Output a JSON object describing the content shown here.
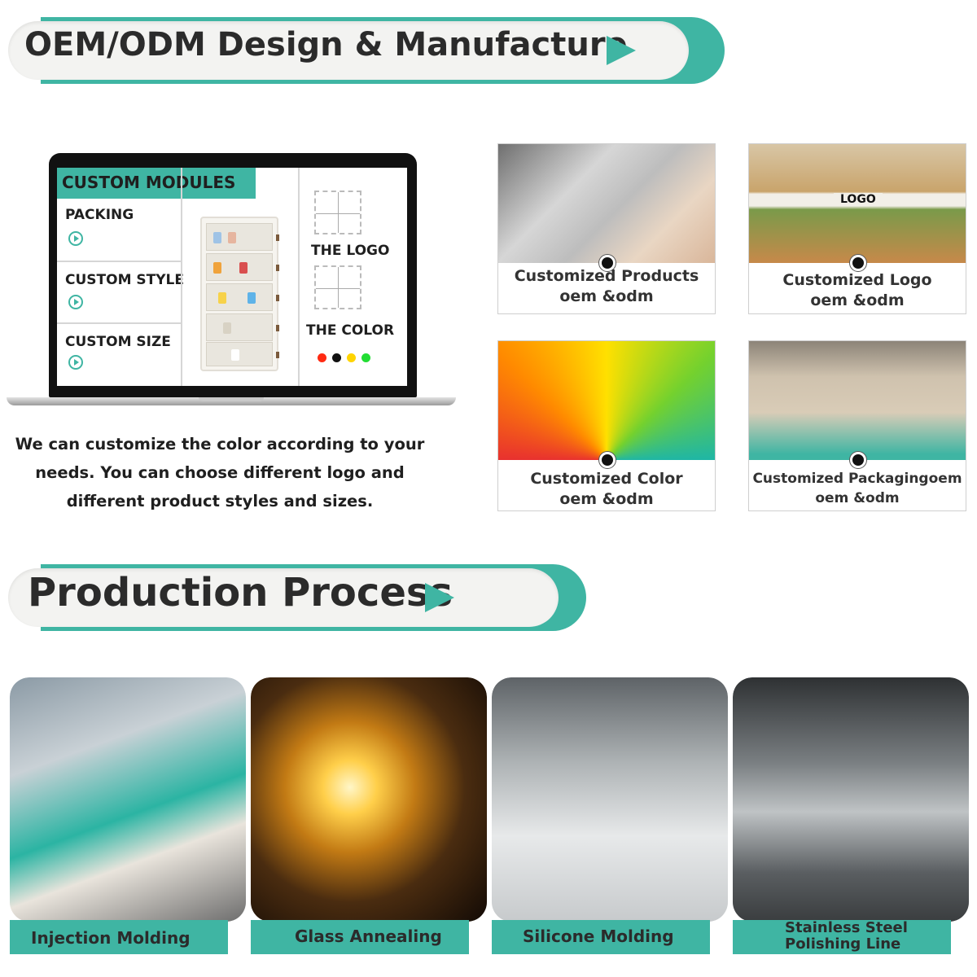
{
  "banner_design": {
    "title": "OEM/ODM Design & Manufacture"
  },
  "laptop": {
    "header": "CUSTOM MODULES",
    "modules": [
      "PACKING",
      "CUSTOM STYLE",
      "CUSTOM SIZE"
    ],
    "logo_label": "THE LOGO",
    "color_label": "THE COLOR",
    "color_dots": [
      "#ff2a12",
      "#111111",
      "#ffd400",
      "#22dd33"
    ]
  },
  "description": "We can customize the color according to your needs. You can choose different logo and different product styles and sizes.",
  "cards": [
    {
      "line1": "Customized Products",
      "line2": "oem &odm"
    },
    {
      "line1": "Customized Logo",
      "line2": "oem &odm",
      "image_text": "LOGO"
    },
    {
      "line1": "Customized Color",
      "line2": "oem &odm"
    },
    {
      "line1": "Customized Packagingoem",
      "line2": "oem &odm"
    }
  ],
  "banner_process": {
    "title": "Production Process"
  },
  "processes": [
    {
      "label": "Injection Molding"
    },
    {
      "label": "Glass Annealing"
    },
    {
      "label": "Silicone Molding"
    },
    {
      "label1": "Stainless Steel",
      "label2": "Polishing Line"
    }
  ],
  "colors": {
    "accent": "#3fb5a3",
    "pill": "#f3f3f1",
    "text": "#2b2b2b"
  }
}
